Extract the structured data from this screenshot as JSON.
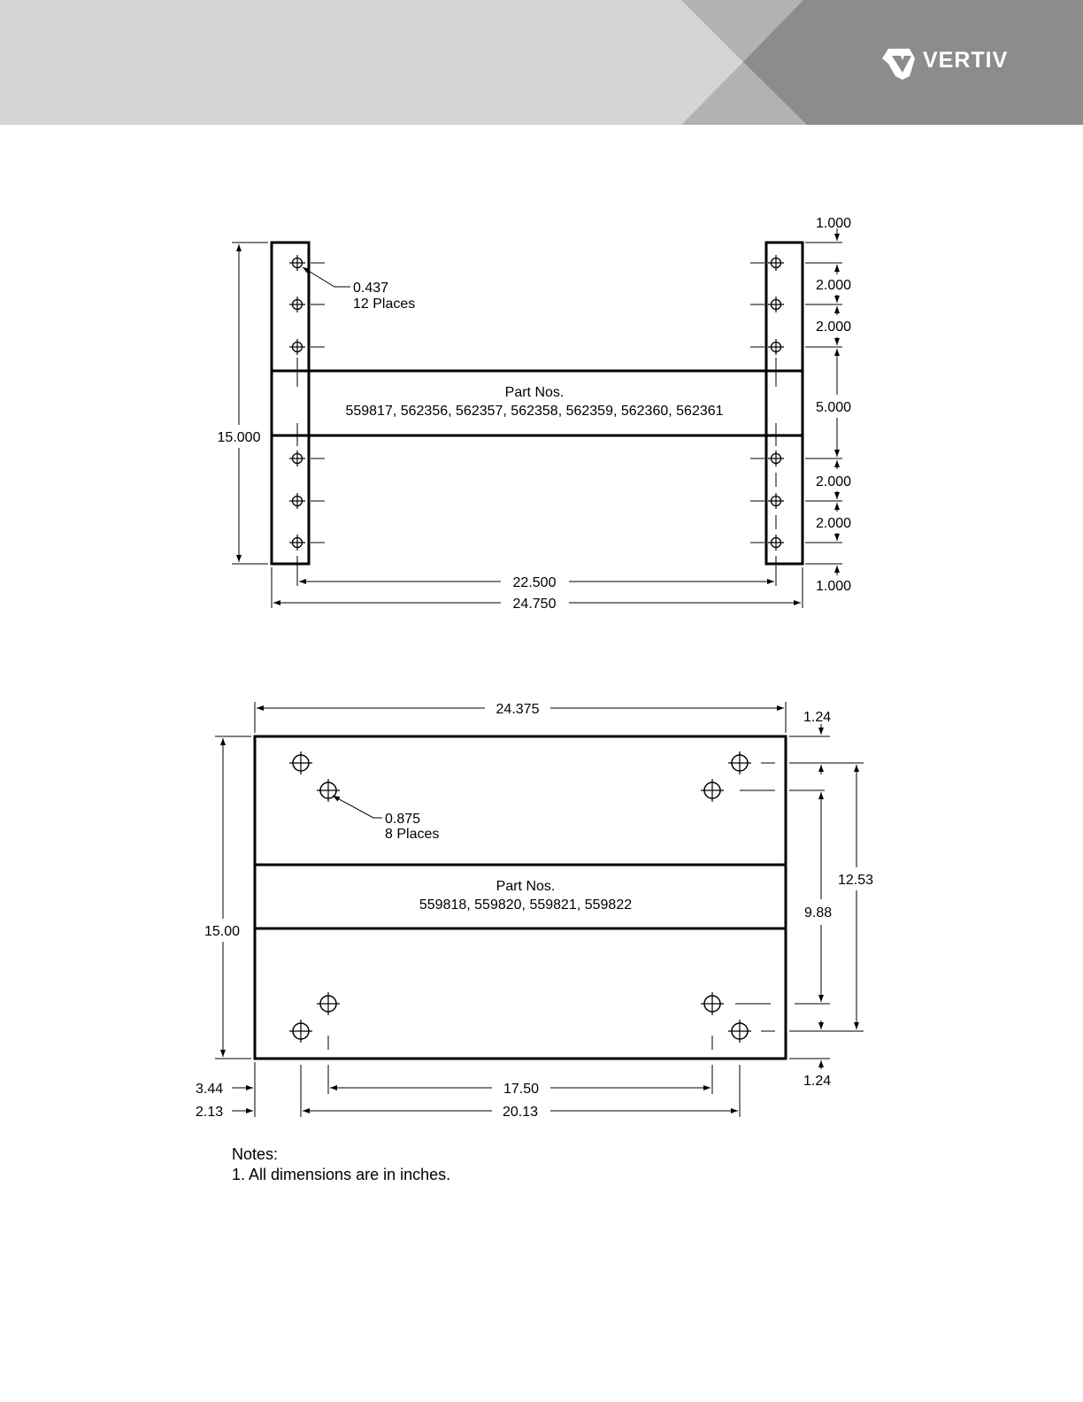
{
  "brand": {
    "name": "VERTIV",
    "logo_icon": "vertiv-v-logo"
  },
  "drawing1": {
    "part_title": "Part Nos.",
    "part_numbers": "559817, 562356, 562357, 562358, 562359, 562360, 562361",
    "hole_size": "0.437",
    "hole_count": "12 Places",
    "height": "15.000",
    "hole_span": "22.500",
    "overall_width": "24.750",
    "right_dims": [
      "1.000",
      "2.000",
      "2.000",
      "5.000",
      "2.000",
      "2.000",
      "1.000"
    ]
  },
  "drawing2": {
    "part_title": "Part Nos.",
    "part_numbers": "559818, 559820, 559821, 559822",
    "hole_size": "0.875",
    "hole_count": "8 Places",
    "overall_width": "24.375",
    "height": "15.00",
    "top_offset": "1.24",
    "bottom_offset": "1.24",
    "outer_hole_span_v": "12.53",
    "inner_hole_span_v": "9.88",
    "inner_hole_span_h": "17.50",
    "outer_hole_span_h": "20.13",
    "inner_offset": "3.44",
    "outer_offset": "2.13"
  },
  "notes": {
    "title": "Notes:",
    "items": [
      "1.  All dimensions are in inches."
    ]
  }
}
